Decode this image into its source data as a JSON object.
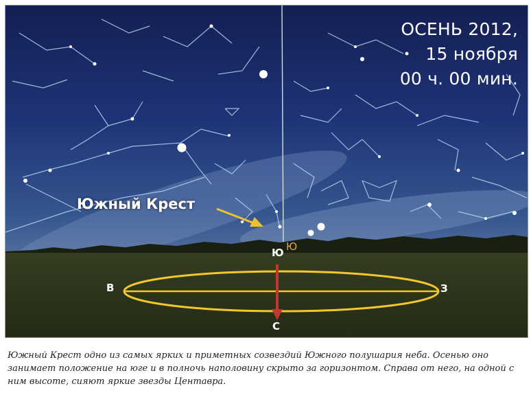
{
  "season": {
    "line1": "ОСЕНЬ 2012,",
    "line2": "15 ноября",
    "line3": "00 ч. 00 мин."
  },
  "constellation_label": "Южный Крест",
  "horizon_mark": "Ю",
  "directions": {
    "south": "Ю",
    "west": "В",
    "east": "З",
    "north": "С"
  },
  "caption": "Южный Крест одно из самых ярких и приметных созвездий Южного полушария неба. Осенью оно занимает положение на юге и в полночь наполовину скрыто за горизонтом. Справа от него, на одной с ним высоте, сияют яркие звезды Центавра.",
  "colors": {
    "sky_top": "#16245a",
    "sky_mid": "#233a82",
    "sky_low": "#3a5e9c",
    "ground": "#2b3219",
    "ellipse": "#f2c82c",
    "arrow": "#c0392b",
    "pointer": "#f0c030",
    "constellation_lines": "#b8d4ee"
  }
}
